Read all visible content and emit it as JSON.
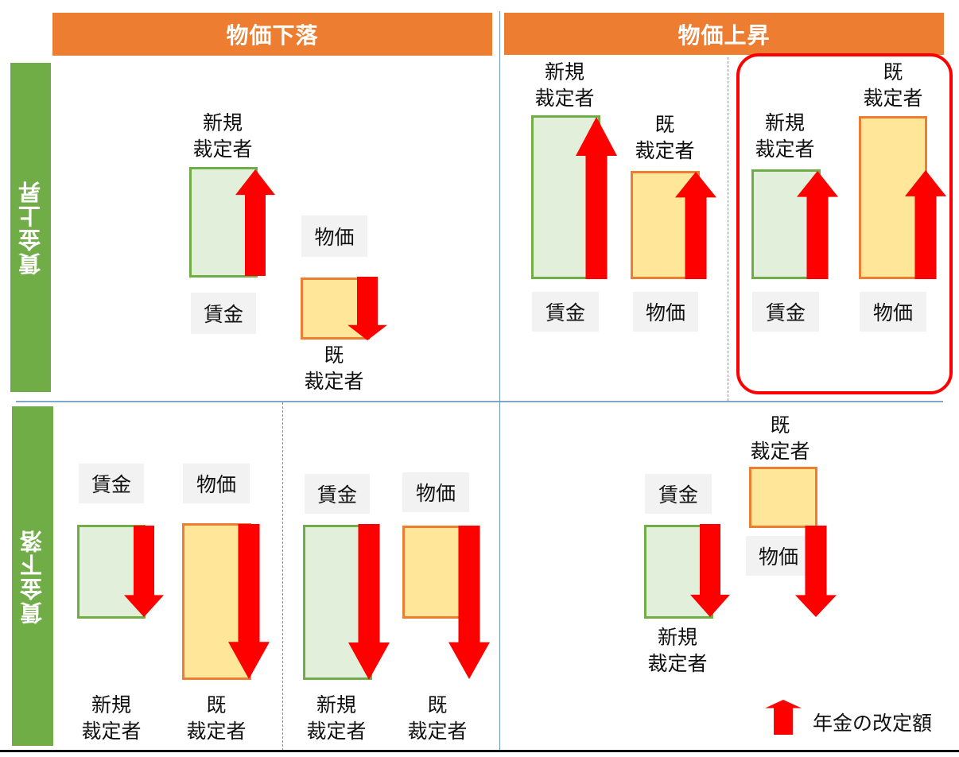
{
  "columns": {
    "price_fall": "物価下落",
    "price_rise": "物価上昇"
  },
  "rows": {
    "wage_rise": "賃金上昇",
    "wage_fall": "賃金下落"
  },
  "labels": {
    "new_line1": "新規",
    "new_line2": "裁定者",
    "old_line1": "既",
    "old_line2": "裁定者",
    "wage": "賃金",
    "price": "物価"
  },
  "legend": {
    "icon": "red-up-arrow-icon",
    "text": "年金の改定額"
  },
  "colors": {
    "column_header": "#ED7D31",
    "row_header": "#70AD47",
    "new_box_fill": "#E2EFDA",
    "new_box_border": "#70AD47",
    "old_box_fill": "#FFE699",
    "old_box_border": "#ED7D31",
    "arrow": "#FF0000",
    "highlight_border": "#FF0000",
    "tag_fill": "#F2F2F2",
    "grid_line": "#7FA7CC"
  },
  "quadrants": [
    {
      "id": "wage-rise-price-fall",
      "items": [
        {
          "who": "新規裁定者",
          "basis": "賃金",
          "direction": "up"
        },
        {
          "who": "既裁定者",
          "basis": "物価",
          "direction": "down"
        }
      ]
    },
    {
      "id": "wage-rise-price-rise-wage-greater",
      "items": [
        {
          "who": "新規裁定者",
          "basis": "賃金",
          "direction": "up"
        },
        {
          "who": "既裁定者",
          "basis": "物価",
          "direction": "up"
        }
      ]
    },
    {
      "id": "wage-rise-price-rise-price-greater",
      "highlighted": true,
      "items": [
        {
          "who": "新規裁定者",
          "basis": "賃金",
          "direction": "up"
        },
        {
          "who": "既裁定者",
          "basis": "物価",
          "direction": "up"
        }
      ]
    },
    {
      "id": "wage-fall-price-fall-wage-smaller",
      "items": [
        {
          "who": "新規裁定者",
          "basis": "賃金",
          "direction": "down"
        },
        {
          "who": "既裁定者",
          "basis": "物価",
          "direction": "down"
        }
      ]
    },
    {
      "id": "wage-fall-price-fall-wage-greater",
      "items": [
        {
          "who": "新規裁定者",
          "basis": "賃金",
          "direction": "down"
        },
        {
          "who": "既裁定者",
          "basis": "物価",
          "direction": "down"
        }
      ]
    },
    {
      "id": "wage-fall-price-rise",
      "items": [
        {
          "who": "新規裁定者",
          "basis": "賃金",
          "direction": "down"
        },
        {
          "who": "既裁定者",
          "basis": "物価",
          "direction": "down"
        }
      ]
    }
  ]
}
